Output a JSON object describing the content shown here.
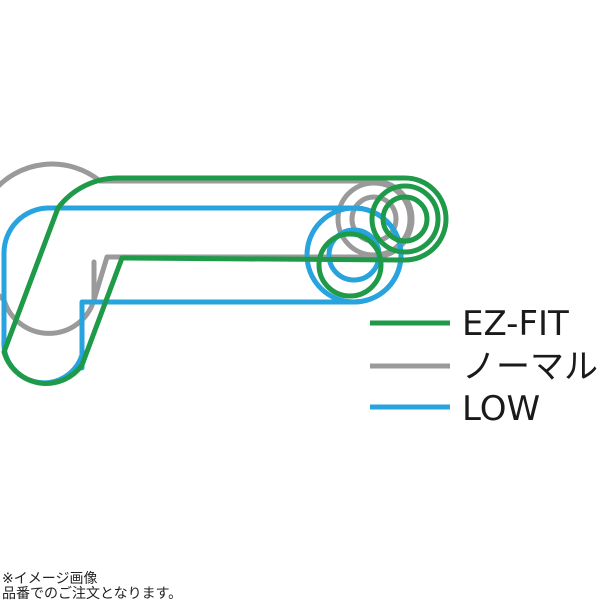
{
  "legend": [
    {
      "label": "EZ-FIT",
      "color": "#1e9a49"
    },
    {
      "label": "ノーマル",
      "color": "#9a9a9a"
    },
    {
      "label": "LOW",
      "color": "#27a3dd"
    }
  ],
  "notes": {
    "line1": "※イメージ画像",
    "line2": "品番でのご注文となります。"
  }
}
